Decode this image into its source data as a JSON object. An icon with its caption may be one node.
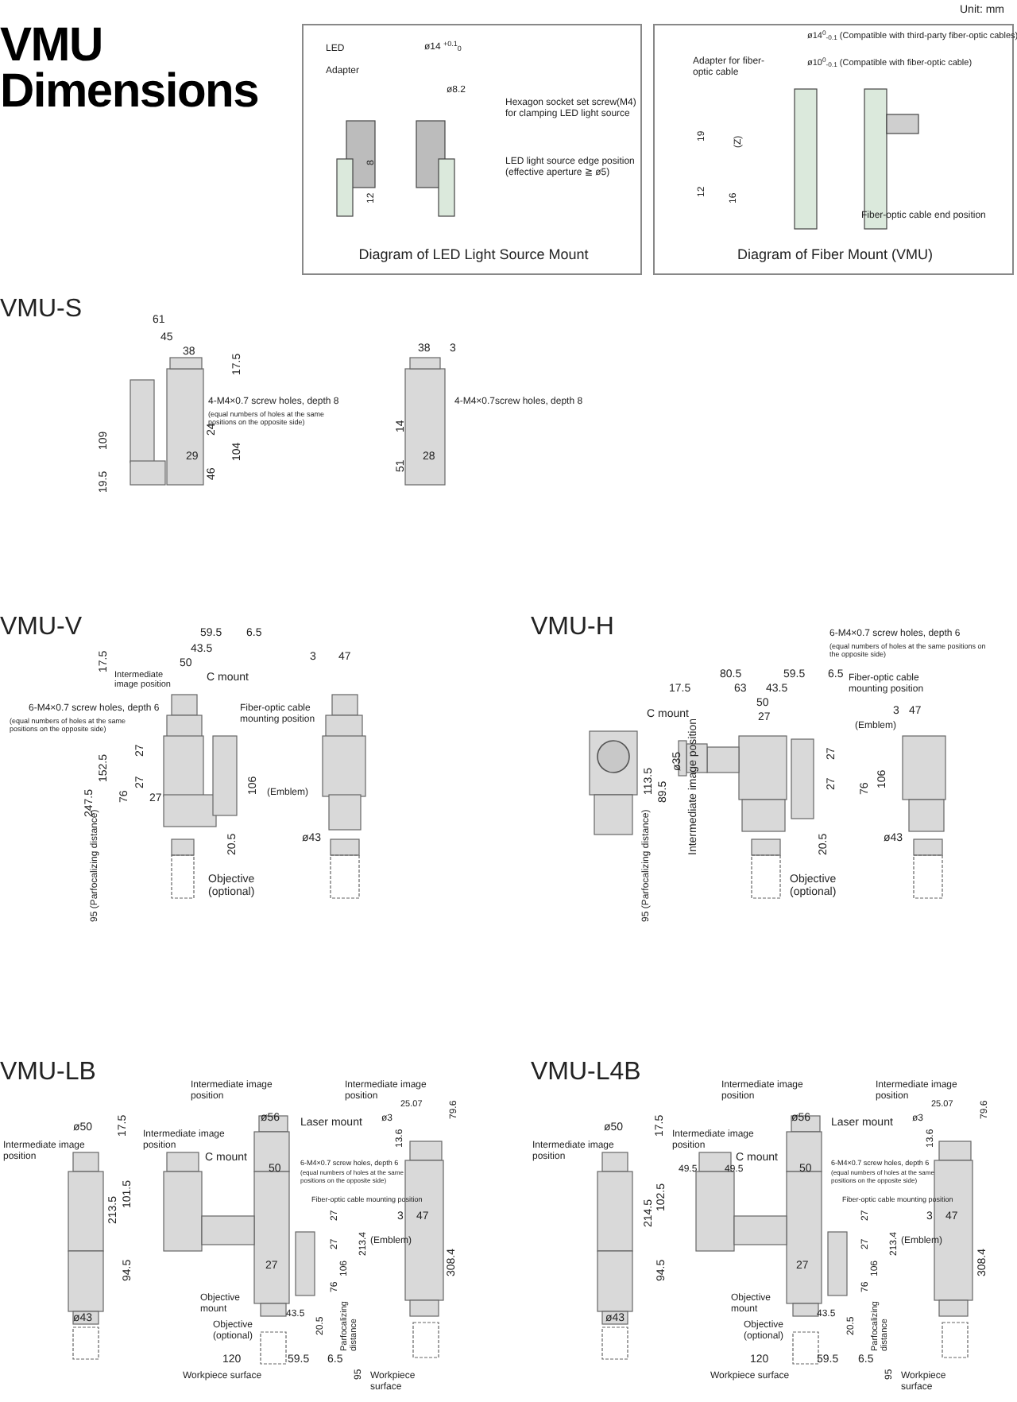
{
  "diagram": {
    "title": "VMU Dimensions",
    "nodes": [
      {
        "text": [
          "LED",
          "Adapter",
          "ø14 $^{+0.1}$$_{0}$",
          "ø8.2",
          "Hexagon socket set screw(M4) for clamping LED light source",
          "LED light source edge position (effective aperture ≧ ø5)",
          "8",
          "12",
          "Diagram of LED Light Source Mount"
        ]
      },
      {
        "text": [
          "ø14$^{0}$$_{-0.1}$ (Compatible with third-party fiber-optic cables)",
          "Adapter for fiber-optic cable",
          "ø10$^{0}$$_{-0.1}$ (Compatible with fiber-optic cable)",
          "19",
          "(Z)",
          "12",
          "16",
          "Fiber-optic cable end position",
          "Diagram of Fiber Mount (VMU)"
        ]
      }
    ],
    "labels": [
      "Unit: mm",
      "VMU-S",
      "61",
      "45",
      "38",
      "17.5",
      "4-M4×0.7 screw holes, depth 8",
      "(equal numbers of holes at the same positions on the opposite side)",
      "109",
      "24",
      "104",
      "29",
      "46",
      "19.5",
      "38",
      "3",
      "4-M4×0.7screw holes, depth 8",
      "14",
      "28",
      "51",
      "VMU-V",
      "59.5",
      "6.5",
      "43.5",
      "17.5",
      "50",
      "Intermediate image position",
      "C mount",
      "6-M4×0.7 screw holes, depth 6",
      "(equal numbers of holes at the same positions on the opposite side)",
      "Fiber-optic cable mounting position",
      "152.5",
      "27",
      "27",
      "76",
      "106",
      "27",
      "247.5",
      "20.5",
      "Objective (optional)",
      "95 (Parfocalizing distance)",
      "3",
      "47",
      "(Emblem)",
      "ø43",
      "VMU-H",
      "6-M4×0.7 screw holes, depth 6",
      "(equal numbers of holes at the same positions on the opposite side)",
      "80.5",
      "59.5",
      "6.5",
      "Fiber-optic cable mounting position",
      "17.5",
      "63",
      "43.5",
      "50",
      "C mount",
      "27",
      "3",
      "47",
      "(Emblem)",
      "ø35",
      "113.5",
      "89.5",
      "Intermediate image position",
      "27",
      "27",
      "76",
      "106",
      "ø43",
      "20.5",
      "95 (Parfocalizing distance)",
      "Objective (optional)",
      "VMU-LB",
      "Intermediate image position",
      "Intermediate image position",
      "ø50",
      "17.5",
      "Intermediate image position",
      "Intermediate image position",
      "ø56",
      "Laser mount",
      "25.07",
      "ø3",
      "79.6",
      "13.6",
      "C mount",
      "6-M4×0.7 screw holes, depth 6",
      "50",
      "(equal numbers of holes at the same positions on the opposite side)",
      "101.5",
      "213.5",
      "Fiber-optic cable mounting position",
      "3",
      "47",
      "27",
      "27",
      "213.4",
      "(Emblem)",
      "94.5",
      "106",
      "27",
      "76",
      "308.4",
      "Objective mount",
      "ø43",
      "43.5",
      "20.5",
      "Parfocalizing distance",
      "Objective (optional)",
      "120",
      "59.5",
      "6.5",
      "Workpiece surface",
      "95",
      "Workpiece surface",
      "VMU-L4B",
      "Intermediate image position",
      "Intermediate image position",
      "ø50",
      "17.5",
      "Intermediate image position",
      "Intermediate image position",
      "ø56",
      "Laser mount",
      "25.07",
      "ø3",
      "79.6",
      "13.6",
      "C mount",
      "6-M4×0.7 screw holes, depth 6",
      "49.5",
      "49.5",
      "50",
      "(equal numbers of holes at the same positions on the opposite side)",
      "102.5",
      "214.5",
      "Fiber-optic cable mounting position",
      "3",
      "47",
      "27",
      "27",
      "213.4",
      "(Emblem)",
      "94.5",
      "106",
      "27",
      "76",
      "308.4",
      "Objective mount",
      "ø43",
      "43.5",
      "20.5",
      "Parfocalizing distance",
      "Objective (optional)",
      "120",
      "59.5",
      "6.5",
      "Workpiece surface",
      "95",
      "Workpiece surface"
    ]
  }
}
